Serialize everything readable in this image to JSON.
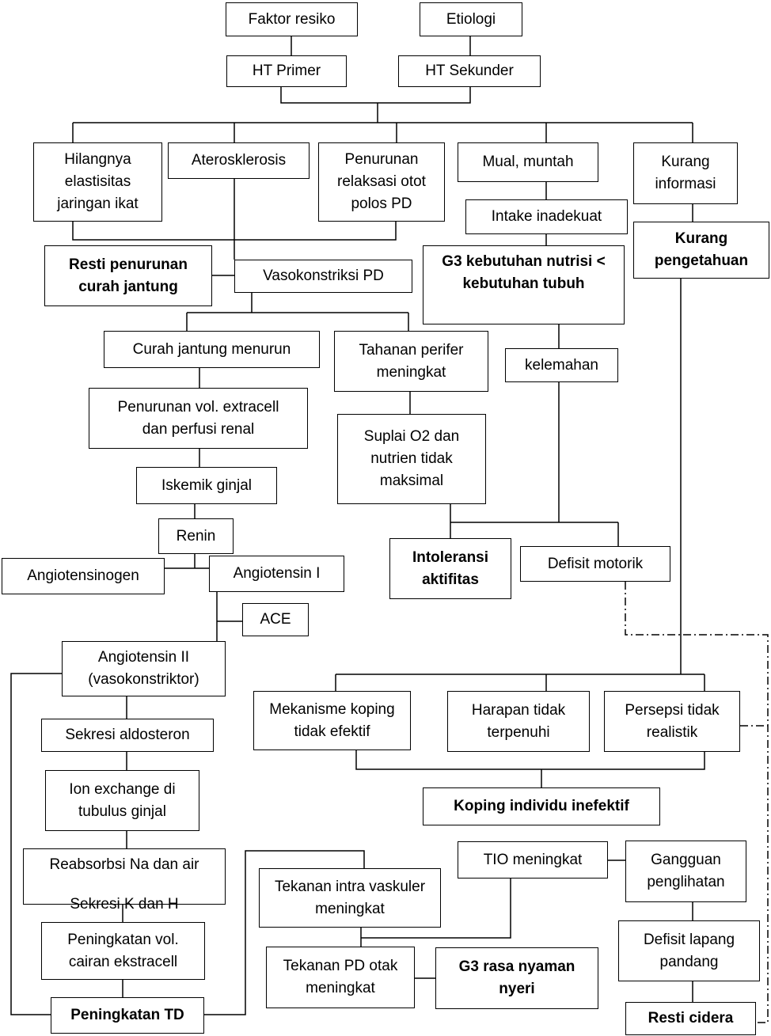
{
  "nodes": {
    "faktor_resiko": "Faktor resiko",
    "etiologi": "Etiologi",
    "ht_primer": "HT Primer",
    "ht_sekunder": "HT Sekunder",
    "hilangnya_elastisitas": "Hilangnya elastisitas jaringan ikat",
    "aterosklerosis": "Aterosklerosis",
    "penurunan_relaksasi": "Penurunan relaksasi otot polos PD",
    "mual_muntah": "Mual, muntah",
    "kurang_informasi": "Kurang informasi",
    "intake_inadekuat": "Intake inadekuat",
    "kurang_pengetahuan": "Kurang pengetahuan",
    "resti_curah_jantung": "Resti penurunan curah jantung",
    "vasokonstriksi_pd": "Vasokonstriksi PD",
    "g3_nutrisi": "G3 kebutuhan nutrisi < kebutuhan tubuh",
    "curah_jantung_menurun": "Curah jantung menurun",
    "tahanan_perifer": "Tahanan perifer meningkat",
    "kelemahan": "kelemahan",
    "penurunan_vol": "Penurunan vol. extracell dan perfusi renal",
    "suplai_o2": "Suplai O2 dan nutrien tidak maksimal",
    "iskemik_ginjal": "Iskemik ginjal",
    "renin": "Renin",
    "angiotensinogen": "Angiotensinogen",
    "angiotensin_i": "Angiotensin I",
    "intoleransi": "Intoleransi aktifitas",
    "defisit_motorik": "Defisit motorik",
    "ace": "ACE",
    "angiotensin_ii": "Angiotensin II (vasokonstriktor)",
    "mekanisme_koping": "Mekanisme koping tidak efektif",
    "harapan": "Harapan tidak terpenuhi",
    "persepsi": "Persepsi tidak realistik",
    "sekresi_aldosteron": "Sekresi aldosteron",
    "ion_exchange": "Ion exchange di tubulus ginjal",
    "koping_individu": "Koping individu inefektif",
    "reabsorbsi": "Reabsorbsi Na dan air",
    "sekresi_k": "Sekresi K dan H",
    "tio": "TIO meningkat",
    "gangguan_penglihatan": "Gangguan penglihatan",
    "tekanan_intra": "Tekanan intra vaskuler meningkat",
    "peningkatan_vol": "Peningkatan vol. cairan ekstracell",
    "defisit_lapang": "Defisit lapang pandang",
    "tekanan_pd_otak": "Tekanan PD otak meningkat",
    "g3_nyeri": "G3 rasa nyaman nyeri",
    "peningkatan_td": "Peningkatan TD",
    "resti_cidera": "Resti cidera"
  }
}
